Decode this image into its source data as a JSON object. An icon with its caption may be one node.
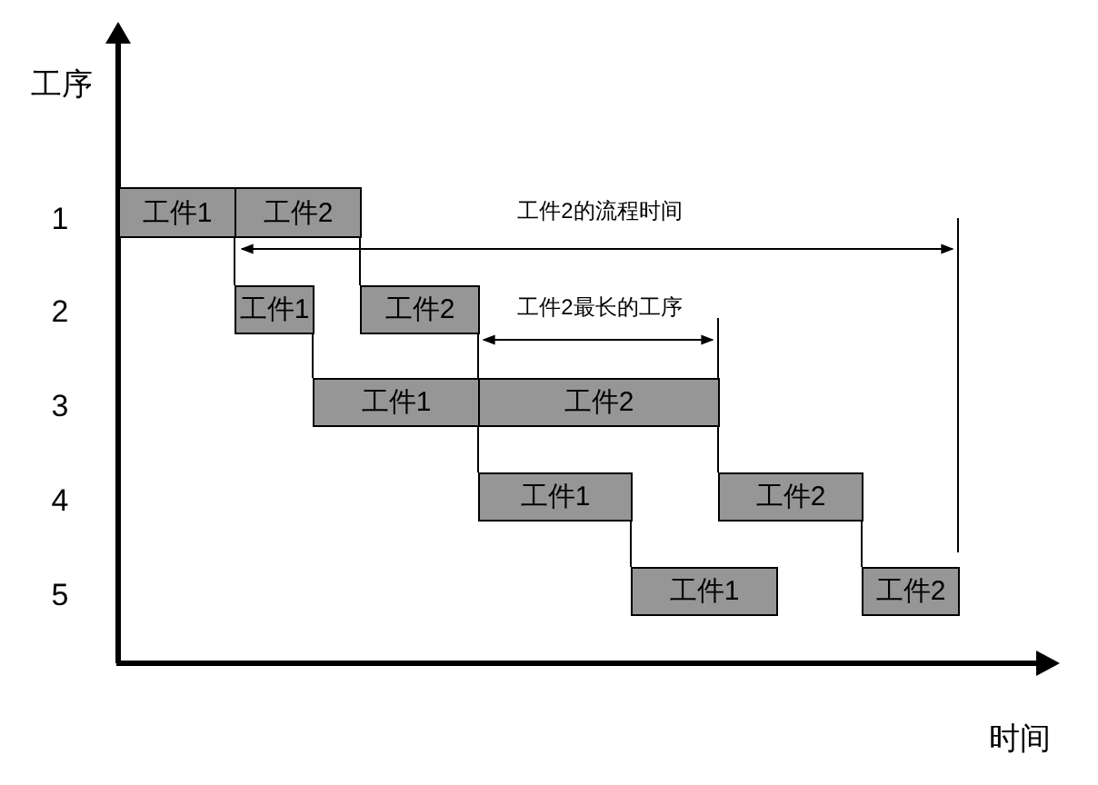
{
  "diagram": {
    "nodes": [
      {
        "text": [
          "工件1"
        ]
      },
      {
        "text": [
          "工件2"
        ]
      },
      {
        "text": [
          "工件1"
        ]
      },
      {
        "text": [
          "工件2"
        ]
      },
      {
        "text": [
          "工件1"
        ]
      },
      {
        "text": [
          "工件2"
        ]
      },
      {
        "text": [
          "工件1"
        ]
      },
      {
        "text": [
          "工件2"
        ]
      },
      {
        "text": [
          "工件1"
        ]
      },
      {
        "text": [
          "工件2"
        ]
      }
    ],
    "edges": [
      {
        "from": 0,
        "to": 2,
        "arrow": "none"
      },
      {
        "from": 2,
        "to": 4,
        "arrow": "none"
      },
      {
        "from": 4,
        "to": 6,
        "arrow": "none"
      },
      {
        "from": 6,
        "to": 8,
        "arrow": "none"
      },
      {
        "from": 1,
        "to": 3,
        "arrow": "none"
      },
      {
        "from": 3,
        "to": 5,
        "arrow": "none"
      },
      {
        "from": 5,
        "to": 7,
        "arrow": "none"
      },
      {
        "from": 7,
        "to": 9,
        "arrow": "none"
      }
    ],
    "labels": [
      "工序",
      "1",
      "工件2的流程时间",
      "2",
      "工件2最长的工序",
      "3",
      "4",
      "5",
      "时间"
    ]
  }
}
